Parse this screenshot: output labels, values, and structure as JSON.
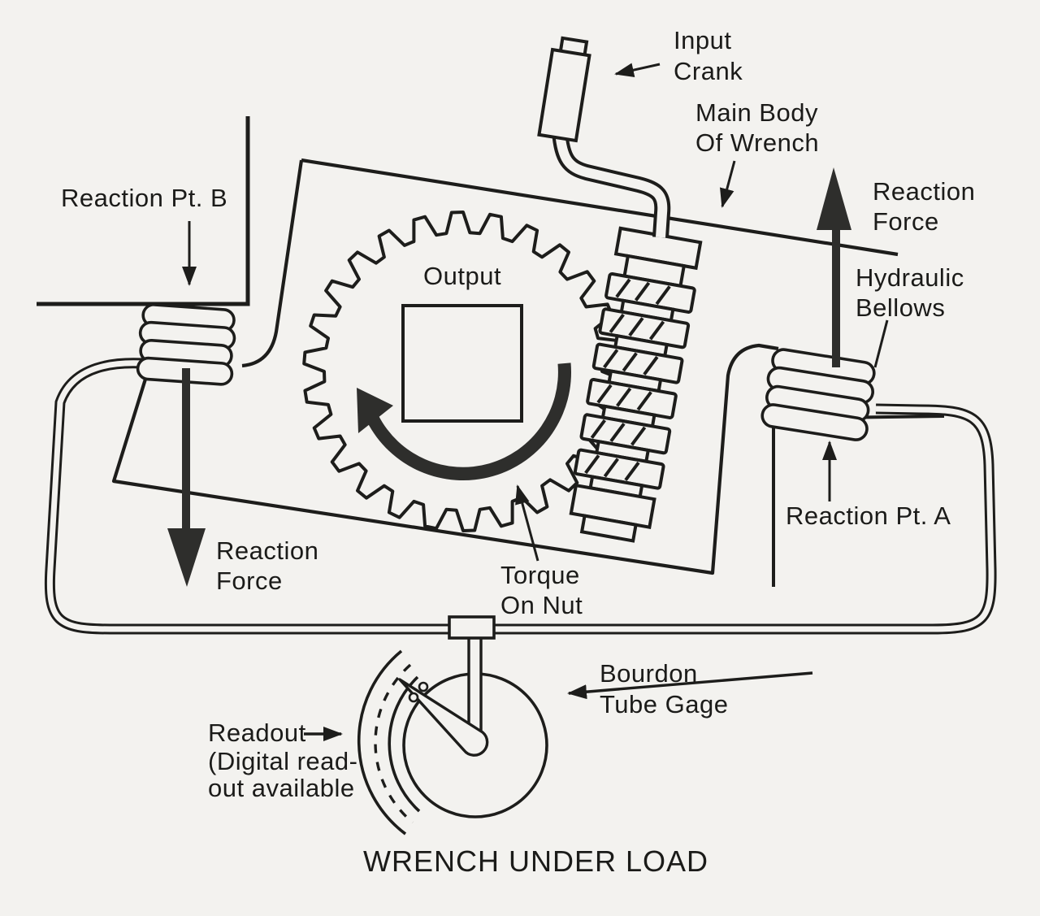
{
  "title": "WRENCH UNDER LOAD",
  "colors": {
    "paper": "#f3f2ef",
    "ink": "#1d1d1b",
    "arrow_fill": "#2e2e2c"
  },
  "labels": {
    "input_crank": {
      "line1": "Input",
      "line2": "Crank"
    },
    "main_body": {
      "line1": "Main Body",
      "line2": "Of Wrench"
    },
    "reaction_pt_b": "Reaction Pt. B",
    "reaction_force_right": {
      "line1": "Reaction",
      "line2": "Force"
    },
    "hydraulic_bellows": {
      "line1": "Hydraulic",
      "line2": "Bellows"
    },
    "reaction_pt_a": "Reaction Pt. A",
    "output": "Output",
    "torque_on_nut": {
      "line1": "Torque",
      "line2": "On Nut"
    },
    "reaction_force_left": {
      "line1": "Reaction",
      "line2": "Force"
    },
    "bourdon_gage": {
      "line1": "Bourdon",
      "line2": "Tube Gage"
    },
    "readout": {
      "line1": "Readout",
      "line2": "(Digital read-",
      "line3": "out available"
    }
  }
}
